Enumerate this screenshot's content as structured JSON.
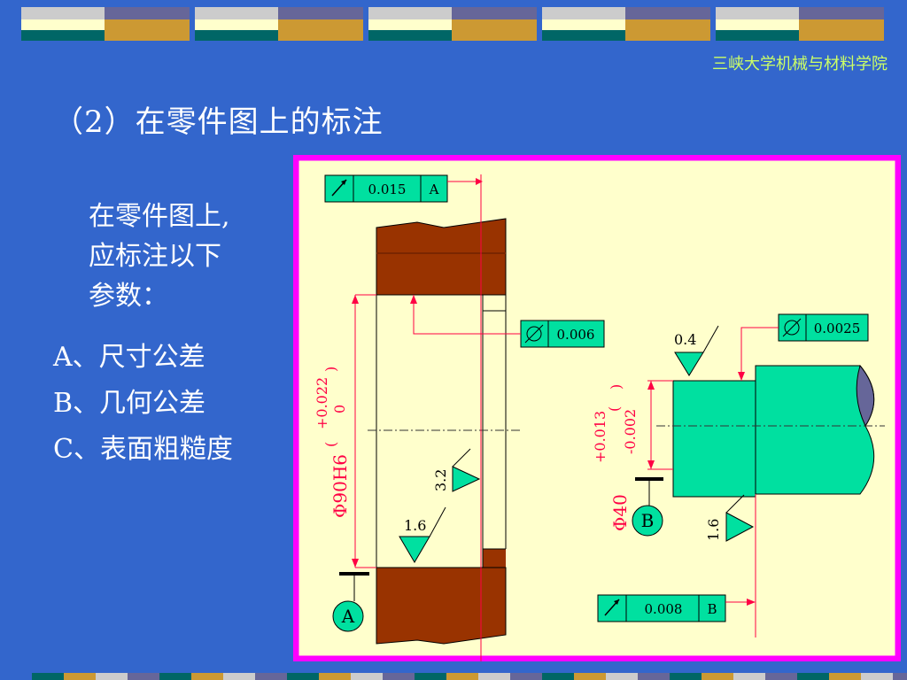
{
  "institution": "三峡大学机械与材料学院",
  "slide_title": "（2）在零件图上的标注",
  "intro_lines": [
    "在零件图上,",
    "应标注以下",
    "参数："
  ],
  "params": [
    "A、尺寸公差",
    "B、几何公差",
    "C、表面粗糙度"
  ],
  "colors": {
    "background": "#3366cc",
    "drawing_bg": "#ffffcc",
    "drawing_frame": "#ff00ff",
    "section_fill": "#993300",
    "shaft_fill": "#00e0a0",
    "dimension_red": "#ff0044",
    "institution_text": "#ccff66"
  },
  "drawing": {
    "runout_frame_a": {
      "icon": "runout-arrow-icon",
      "tolerance": "0.015",
      "datum": "A"
    },
    "circularity_frame_left": {
      "icon": "cylindricity-icon",
      "tolerance": "0.006"
    },
    "circularity_frame_right": {
      "icon": "cylindricity-icon",
      "tolerance": "0.0025"
    },
    "runout_frame_b": {
      "icon": "runout-arrow-icon",
      "tolerance": "0.008",
      "datum": "B"
    },
    "bore_dim": {
      "main": "Φ90H6",
      "upper": "+0.022",
      "lower": "0"
    },
    "shaft_dim": {
      "main": "Φ40",
      "upper": "+0.013",
      "lower": "-0.002"
    },
    "roughness": {
      "bore_inner": "3.2",
      "bore_face": "1.6",
      "shaft_top": "0.4",
      "shaft_side": "1.6"
    },
    "datum_a": "A",
    "datum_b": "B"
  }
}
